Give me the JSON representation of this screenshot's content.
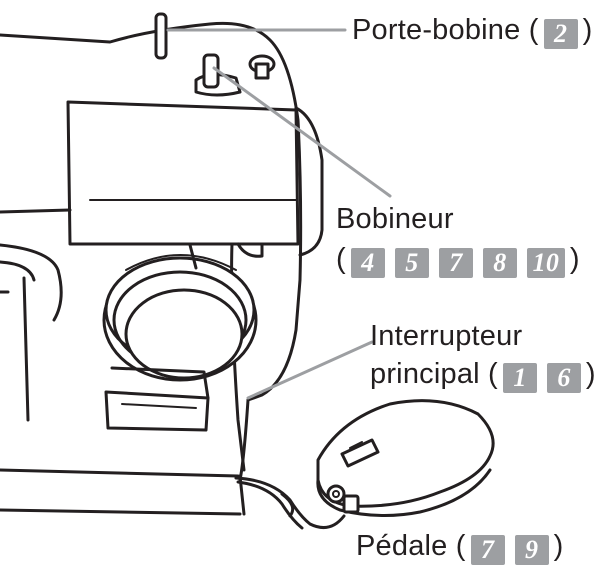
{
  "labels": {
    "porte_bobine": {
      "text": "Porte-bobine (",
      "close": ")",
      "steps": [
        "2"
      ]
    },
    "bobineur": {
      "line1": "Bobineur",
      "open": "(",
      "close": ")",
      "steps": [
        "4",
        "5",
        "7",
        "8",
        "10"
      ]
    },
    "interrupteur": {
      "line1": "Interrupteur",
      "line2": "principal (",
      "close": ")",
      "steps": [
        "1",
        "6"
      ]
    },
    "pedale": {
      "text": "Pédale (",
      "close": ")",
      "steps": [
        "7",
        "9"
      ]
    }
  },
  "colors": {
    "badge": "#9d9fa2",
    "leader": "#9d9fa2",
    "outline": "#231f20",
    "badge_text": "#ffffff"
  }
}
